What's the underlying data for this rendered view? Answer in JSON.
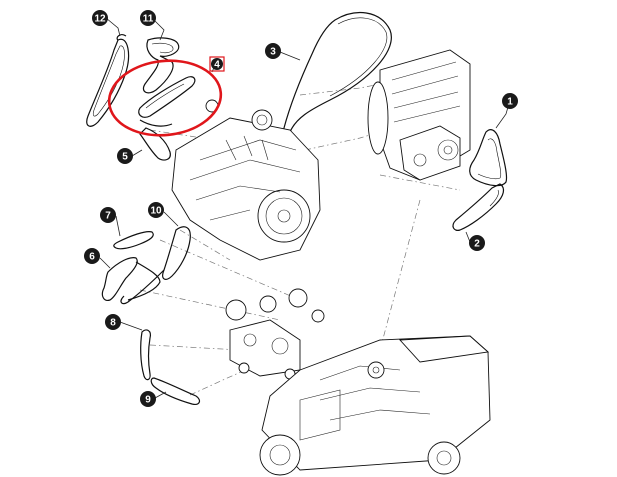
{
  "callouts": {
    "c1": "1",
    "c2": "2",
    "c3": "3",
    "c4": "4",
    "c5": "5",
    "c6": "6",
    "c7": "7",
    "c8": "8",
    "c9": "9",
    "c10": "10",
    "c11": "11",
    "c12": "12"
  },
  "colors": {
    "highlight": "#e0161b",
    "line": "#111111"
  }
}
